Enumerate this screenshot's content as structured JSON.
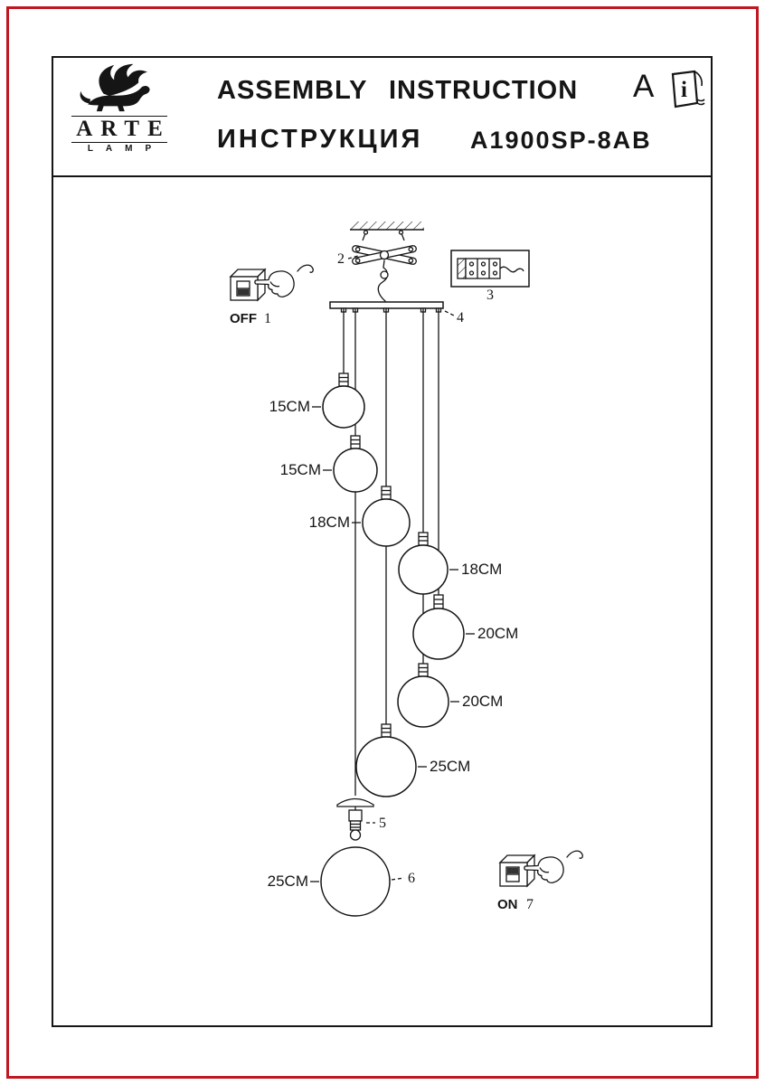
{
  "page": {
    "border_color": "#c01820",
    "line_color": "#151515",
    "background": "#ffffff"
  },
  "header": {
    "brand_name": "ARTE",
    "brand_sub": "LAMP",
    "title_en": "ASSEMBLY INSTRUCTION",
    "title_ru": "ИНСТРУКЦИЯ",
    "model": "A1900SP-8AB",
    "marker": "A",
    "booklet_i": "i"
  },
  "icons": {
    "logo": "winged-lion-logo",
    "booklet": "instruction-booklet-icon"
  },
  "diagram": {
    "step_numbers": [
      "1",
      "2",
      "3",
      "4",
      "5",
      "6",
      "7"
    ],
    "switch_off": "OFF",
    "switch_on": "ON",
    "sizes": [
      "15CM",
      "15CM",
      "18CM",
      "18CM",
      "20CM",
      "20CM",
      "25CM",
      "25CM"
    ]
  }
}
